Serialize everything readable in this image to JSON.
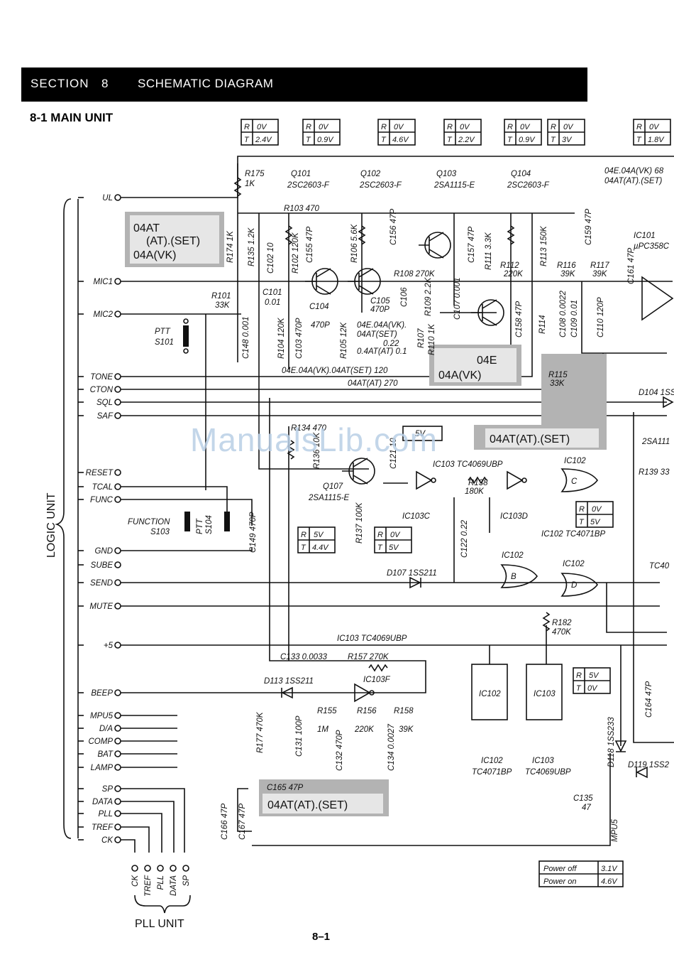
{
  "header": {
    "section_word": "SECTION",
    "section_number": "8",
    "section_title": "SCHEMATIC DIAGRAM"
  },
  "subtitle": "8-1  MAIN UNIT",
  "page_number": "8–1",
  "watermark": "ManualsLib.com",
  "voltage_tables": [
    {
      "r": "0V",
      "t": "2.4V"
    },
    {
      "r": "0V",
      "t": "0.9V"
    },
    {
      "r": "0V",
      "t": "4.6V"
    },
    {
      "r": "0V",
      "t": "2.2V"
    },
    {
      "r": "0V",
      "t": "0.9V"
    },
    {
      "r": "0V",
      "t": "3V"
    },
    {
      "r": "0V",
      "t": "1.8V"
    },
    {
      "r": "5V",
      "t": "4.4V"
    },
    {
      "r": "0V",
      "t": "5V"
    },
    {
      "r": "0V",
      "t": "5V"
    },
    {
      "r": "5V",
      "t": "0V"
    }
  ],
  "table_row_labels": {
    "r": "R",
    "t": "T"
  },
  "connectors_left": [
    "UL",
    "MIC1",
    "MIC2",
    "TONE",
    "CTON",
    "SQL",
    "SAF",
    "RESET",
    "TCAL",
    "FUNC",
    "GND",
    "SUBE",
    "SEND",
    "MUTE",
    "+5",
    "BEEP",
    "MPU5",
    "D/A",
    "COMP",
    "BAT",
    "LAMP",
    "SP",
    "DATA",
    "PLL",
    "TREF",
    "CK"
  ],
  "logic_unit_label": "LOGIC UNIT",
  "pll_unit_label": "PLL UNIT",
  "pll_pins": [
    "CK",
    "TREF",
    "PLL",
    "DATA",
    "SP"
  ],
  "variant_boxes": {
    "box1": [
      "04AT",
      "(AT).(SET)",
      "04A(VK)"
    ],
    "box2": [
      "04E",
      "04A(VK)"
    ],
    "box3": "04AT(AT).(SET)",
    "box4_caption": "C165 47P",
    "box4": "04AT(AT).(SET)"
  },
  "supply_box": {
    "label": "5V"
  },
  "power_table": [
    {
      "label": "Power off",
      "value": "3.1V"
    },
    {
      "label": "Power on",
      "value": "4.6V"
    }
  ],
  "transistors": [
    {
      "ref": "Q101",
      "type": "2SC2603-F"
    },
    {
      "ref": "Q102",
      "type": "2SC2603-F"
    },
    {
      "ref": "Q103",
      "type": "2SA1115-E"
    },
    {
      "ref": "Q104",
      "type": "2SC2603-F"
    },
    {
      "ref": "Q107",
      "type": "2SA1115-E"
    }
  ],
  "ic_labels": {
    "ic101": "IC101",
    "ic101_type": "µPC358C",
    "ic102_body": "IC102",
    "ic103_body": "IC103",
    "ic102_caption": [
      "IC102",
      "TC4071BP"
    ],
    "ic103_caption": [
      "IC103",
      "TC4069UBP"
    ],
    "ic103_top": "IC103  TC4069UBP",
    "ic102_top": "IC102",
    "ic102_mid": "IC102  TC4071BP",
    "ic103_bus": "IC103  TC4069UBP",
    "gate_c": "C",
    "gate_b": "B",
    "gate_d": "D",
    "inv_c": "IC103C",
    "inv_d": "IC103D",
    "inv_f": "IC103F",
    "ic102_b": "IC102",
    "ic102_d": "IC102"
  },
  "components": {
    "r175": "R175",
    "r175v": "1K",
    "r103": "R103  470",
    "r174": "R174  1K",
    "r135": "R135  1.2K",
    "c102": "C102  10",
    "r102": "R102  120K",
    "c155": "C155  47P",
    "r106": "R106  5.6K",
    "c156": "C156  47P",
    "c157": "C157  47P",
    "r111": "R111  3.3K",
    "r113": "R113  150K",
    "c159": "C159  47P",
    "r101": "R101",
    "r101v": "33K",
    "c101": "C101",
    "c101v": "0.01",
    "c104": "C104",
    "c104v": "470P",
    "c105": "C105",
    "c105v": "470P",
    "r108": "R108  270K",
    "c106": "C106",
    "r109": "R109  2.2K",
    "c107": "C107  0.001",
    "r112": "R112",
    "r112v": "220K",
    "r116": "R116",
    "r116v": "39K",
    "r117": "R117",
    "r117v": "39K",
    "c161": "C161  47P",
    "c158": "C158  47P",
    "r114": "R114",
    "c108": "C108  0.0022",
    "c109": "C109  0.01",
    "c110": "C110  120P",
    "r104": "R104  120K",
    "c103": "C103  470P",
    "r105": "R105  12K",
    "c148": "C148  0.001",
    "r107": "R107",
    "r110": "R110  1K",
    "note_e": "04E.04A(VK).",
    "note_e2": "04AT(SET)",
    "note_022": "0.22",
    "note_01": "0.4AT(AT) 0.1",
    "note_120": "04E.04A(VK).04AT(SET) 120",
    "note_270": "04AT(AT) 270",
    "note_top": "04E.04A(VK) 68",
    "note_top2": "04AT(AT).(SET)",
    "r115": "R115",
    "r115v": "33K",
    "d104": "D104  1SS",
    "r134": "R134  470",
    "r136": "R136  10K",
    "c121": "C121  10",
    "r137": "R137  100K",
    "r138": "R138",
    "r138v": "180K",
    "c122": "C122  0.22",
    "d107": "D107  1SS211",
    "r182": "R182",
    "r182v": "470K",
    "r139": "R139  33",
    "c133": "C133  0.0033",
    "r157": "R157  270K",
    "d113": "D113  1SS211",
    "r177": "R177  470K",
    "c131": "C131  100P",
    "r155": "R155",
    "r155v": "1M",
    "c132": "C132  470P",
    "r156": "R156",
    "r156v": "220K",
    "c134": "C134  0.0027",
    "r158": "R158",
    "r158v": "39K",
    "c164": "C164  47P",
    "d118": "D118  1SS233",
    "d119": "D119  1SS2",
    "c135": "C135",
    "c135v": "47",
    "c166": "C166  47P",
    "c167": "C167  47P",
    "c149": "C149  470P",
    "ptt_s101": "PTT",
    "s101": "S101",
    "function": "FUNCTION",
    "s103": "S103",
    "ptt_s104": "PTT",
    "s104": "S104",
    "mpu5": "MPU5",
    "sa111": "2SA111",
    "tc40": "TC40"
  }
}
